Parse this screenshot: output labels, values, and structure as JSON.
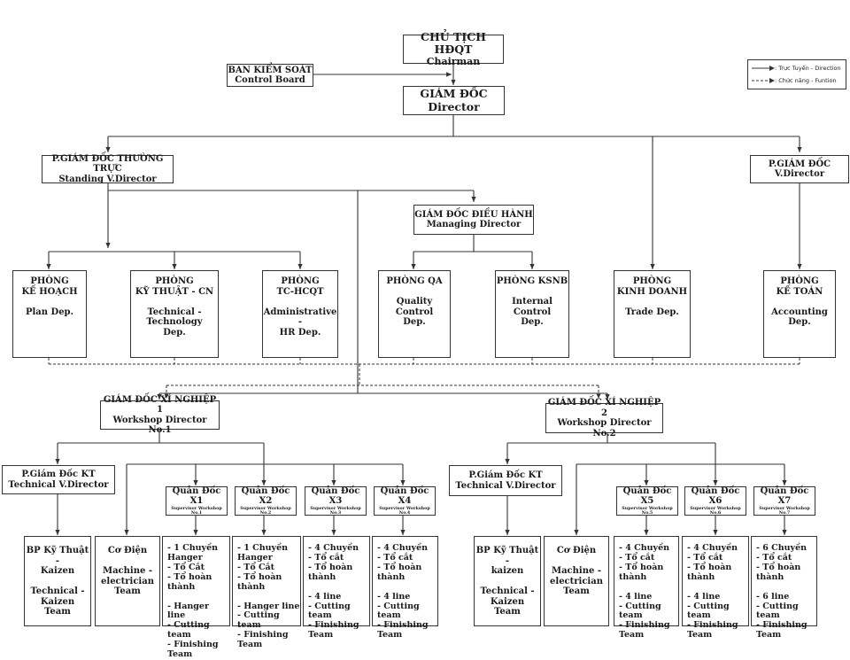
{
  "chart": {
    "title_vi": "CHỦ TỊCH HĐQT",
    "title_en": "Chairman"
  },
  "legend": {
    "direct": ": Trực Tuyến - Direction",
    "function": ": Chức năng - Funtion"
  },
  "top": {
    "control_board": "BAN KIỂM SOÁT\nControl Board",
    "director": "GIÁM ĐỐC\nDirector",
    "standing_vd": "P.GIÁM ĐỐC THƯỜNG TRỰC\nStanding V.Director",
    "vd": "P.GIÁM ĐỐC\nV.Director",
    "managing": "GIÁM ĐỐC ĐIỀU HÀNH\nManaging Director"
  },
  "departments": {
    "plan": "PHÒNG\nKẾ HOẠCH\n\nPlan Dep.",
    "tech": "PHÒNG\nKỸ THUẬT - CN\n\nTechnical -\nTechnology\nDep.",
    "hr": "PHÒNG\nTC-HCQT\n\nAdministrative -\nHR Dep.",
    "qa": "PHÒNG QA\n\nQuality Control\nDep.",
    "ksnb": "PHÒNG KSNB\n\nInternal Control\nDep.",
    "trade": "PHÒNG\nKINH DOANH\n\nTrade Dep.",
    "accounting": "PHÒNG\nKẾ TOÁN\n\nAccounting\nDep."
  },
  "workshops": {
    "w1": "GIÁM ĐỐC XÍ NGHIỆP 1\nWorkshop Director No.1",
    "w2": "GIÁM ĐỐC XÍ NGHIỆP 2\nWorkshop Director No.2"
  },
  "ws1": {
    "tvd": "P.Giám Đốc KT\nTechnical V.Director",
    "x1": {
      "title": "Quản Đốc X1",
      "sub": "Supervisor Workshop No.1"
    },
    "x2": {
      "title": "Quản Đốc X2",
      "sub": "Supervisor Workshop No.2"
    },
    "x3": {
      "title": "Quản Đốc X3",
      "sub": "Supervisor Workshop No.3"
    },
    "x4": {
      "title": "Quản Đốc X4",
      "sub": "Supervisor Workshop No.4"
    },
    "kaizen": "BP Kỹ Thuật -\nKaizen\n\nTechnical -\nKaizen\nTeam",
    "electric": "Cơ Điện\n\nMachine -\nelectrician\nTeam",
    "team1": "- 1 Chuyền Hanger\n- Tổ Cắt\n- Tổ hoàn thành\n\n- Hanger line\n- Cutting team\n- Finishing Team",
    "team2": "- 1 Chuyền Hanger\n- Tổ Cắt\n- Tổ hoàn thành\n\n- Hanger line\n- Cutting team\n- Finishing Team",
    "team3": "- 4 Chuyền\n- Tổ cắt\n- Tổ hoàn thành\n\n- 4 line\n- Cutting team\n- Finishing Team",
    "team4": "- 4 Chuyền\n- Tổ cắt\n- Tổ hoàn thành\n\n- 4 line\n- Cutting team\n- Finishing Team"
  },
  "ws2": {
    "tvd": "P.Giám Đốc KT\nTechnical V.Director",
    "x5": {
      "title": "Quản Đốc X5",
      "sub": "Supervisor Workshop No.5"
    },
    "x6": {
      "title": "Quản Đốc X6",
      "sub": "Supervisor Workshop No.6"
    },
    "x7": {
      "title": "Quản Đốc X7",
      "sub": "Supervisor Workshop No.7"
    },
    "kaizen": "BP Kỹ Thuật -\nkaizen\n\nTechnical -\nKaizen\nTeam",
    "electric": "Cơ Điện\n\nMachine -\nelectrician\nTeam",
    "team5": "- 4 Chuyền\n- Tổ cắt\n- Tổ hoàn thành\n\n- 4 line\n- Cutting team\n- Finishing Team",
    "team6": "- 4 Chuyền\n- Tổ cắt\n- Tổ hoàn thành\n\n- 4 line\n- Cutting team\n- Finishing Team",
    "team7": "- 6 Chuyền\n- Tổ cắt\n- Tổ hoàn thành\n\n- 6 line\n- Cutting team\n- Finishing Team"
  }
}
